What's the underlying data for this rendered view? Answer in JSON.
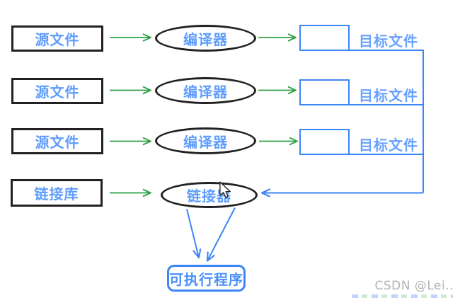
{
  "diagram": {
    "title_hint": "compile-and-link-flow",
    "compile_rows": [
      {
        "source_label": "源文件",
        "compiler_label": "编译器",
        "object_label": "目标文件"
      },
      {
        "source_label": "源文件",
        "compiler_label": "编译器",
        "object_label": "目标文件"
      },
      {
        "source_label": "源文件",
        "compiler_label": "编译器",
        "object_label": "目标文件"
      }
    ],
    "link_row": {
      "library_label": "链接库",
      "linker_label": "链接器"
    },
    "output_box": {
      "label": "可执行程序"
    }
  },
  "watermark": {
    "text": "CSDN @Lei.."
  },
  "icons": {
    "cursor": "mouse-pointer-arrow"
  },
  "colors": {
    "background": "#ffffff",
    "node_border_black": "#212121",
    "node_text_blue": "#5f9dfc",
    "connector_blue": "#3e86f5",
    "label_blue": "#69a2fe",
    "arrow_green": "#2f9e44",
    "watermark_gray": "#b3b3b3"
  }
}
